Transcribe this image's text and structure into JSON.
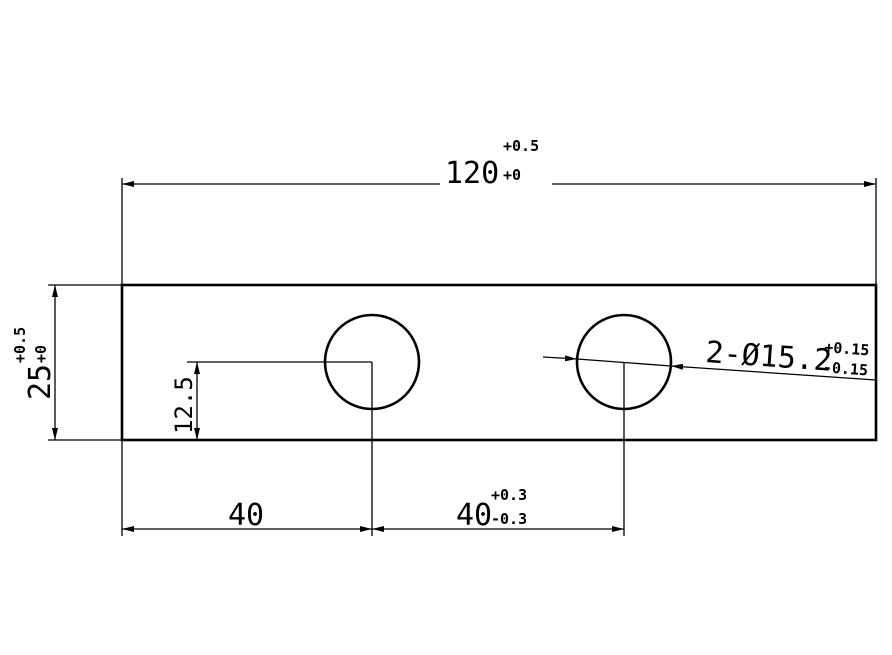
{
  "drawing": {
    "overall_length": {
      "value": "120",
      "upper_tol": "+0.5",
      "lower_tol": "+0"
    },
    "overall_height": {
      "value": "25",
      "upper_tol": "+0.5",
      "lower_tol": "+0"
    },
    "hole_center_height": {
      "value": "12.5"
    },
    "hole1_offset": {
      "value": "40"
    },
    "hole_spacing": {
      "value": "40",
      "upper_tol": "+0.3",
      "lower_tol": "-0.3"
    },
    "hole_callout": {
      "value": "2-Ø15.2",
      "upper_tol": "+0.15",
      "lower_tol": "-0.15"
    },
    "line_color": "#000000",
    "background": "#ffffff"
  }
}
